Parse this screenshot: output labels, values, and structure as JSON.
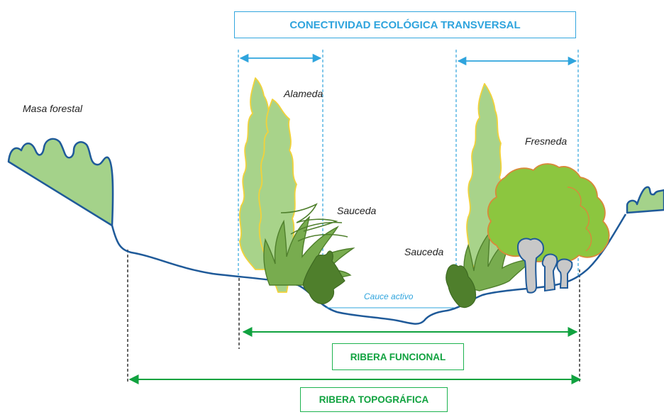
{
  "title": "CONECTIVIDAD ECOLÓGICA TRANSVERSAL",
  "labels": {
    "masa_forestal": "Masa forestal",
    "alameda": "Alameda",
    "sauceda_left": "Sauceda",
    "sauceda_right": "Sauceda",
    "fresneda": "Fresneda",
    "cauce_activo": "Cauce activo"
  },
  "ribera_funcional": "RIBERA FUNCIONAL",
  "ribera_topografica": "RIBERA TOPOGRÁFICA",
  "colors": {
    "accent_blue": "#2fa4dd",
    "accent_green": "#10a23f",
    "ground_line": "#1f5a99",
    "poplar_fill": "#a8d38a",
    "poplar_outline": "#f2d23a",
    "willow_dark": "#4f7f2c",
    "willow_light": "#78ac4f",
    "ash_fill": "#8cc63f",
    "ash_outline": "#d9893a",
    "trunk": "#c8c8c8",
    "forest_fill": "#a4d28a"
  }
}
